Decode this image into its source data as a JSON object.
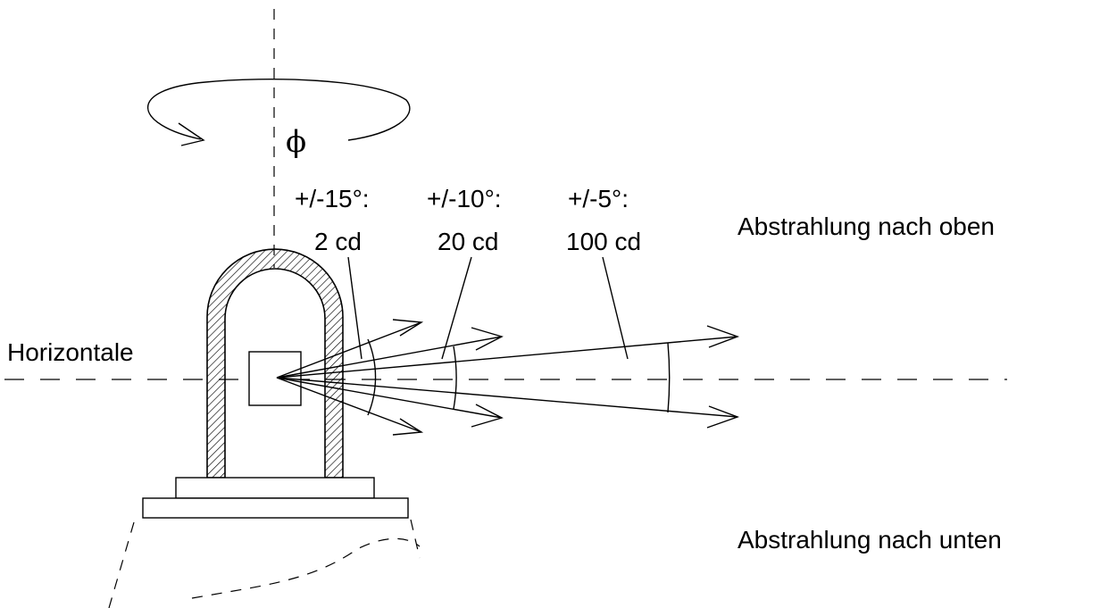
{
  "labels": {
    "phi": "ϕ",
    "horizontal": "Horizontale",
    "upward": "Abstrahlung nach oben",
    "downward": "Abstrahlung nach unten"
  },
  "beams": [
    {
      "angle": "+/-15°:",
      "intensity": "2 cd"
    },
    {
      "angle": "+/-10°:",
      "intensity": "20 cd"
    },
    {
      "angle": "+/-5°:",
      "intensity": "100 cd"
    }
  ]
}
